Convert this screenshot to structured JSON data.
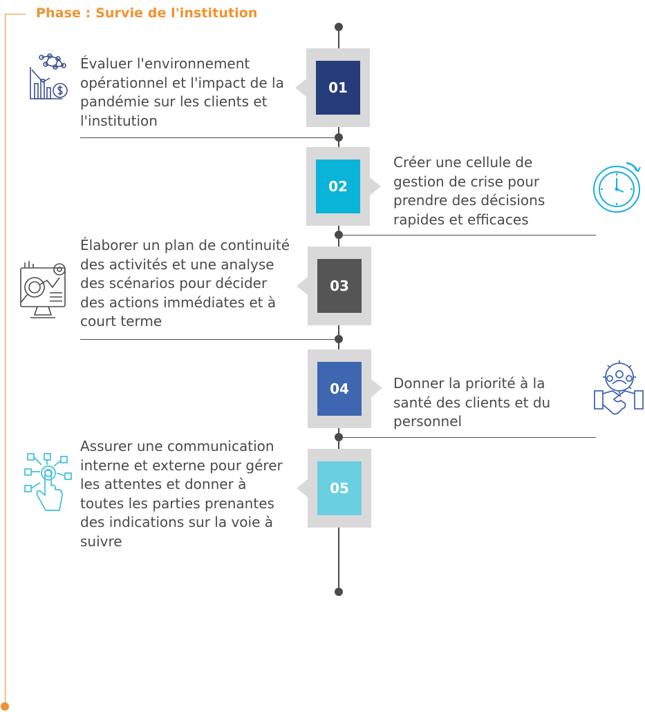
{
  "header": {
    "title": "Phase : Survie de l'institution",
    "accent_color": "#f0922f"
  },
  "steps": [
    {
      "number": "01",
      "text": "Évaluer l'environnement opérationnel et l'impact de la pandémie sur les clients et l'institution",
      "color": "#263c7a",
      "icon": "finance-analytics-icon",
      "side": "left"
    },
    {
      "number": "02",
      "text": "Créer une cellule de gestion de crise pour prendre des décisions rapides et efficaces",
      "color": "#0ab4d8",
      "icon": "stopwatch-icon",
      "side": "right"
    },
    {
      "number": "03",
      "text": "Élaborer un plan de continuité des activités et une analyse des scénarios pour décider des actions immédiates et à court terme",
      "color": "#555555",
      "icon": "analysis-monitor-icon",
      "side": "left"
    },
    {
      "number": "04",
      "text": "Donner la priorité à la santé des clients et du personnel",
      "color": "#3f66b0",
      "icon": "team-handshake-icon",
      "side": "right"
    },
    {
      "number": "05",
      "text": "Assurer une communication interne et externe pour gérer les attentes et donner à toutes les parties prenantes des indications sur la voie à suivre",
      "color": "#6bcfe2",
      "icon": "touch-network-icon",
      "side": "left"
    }
  ]
}
